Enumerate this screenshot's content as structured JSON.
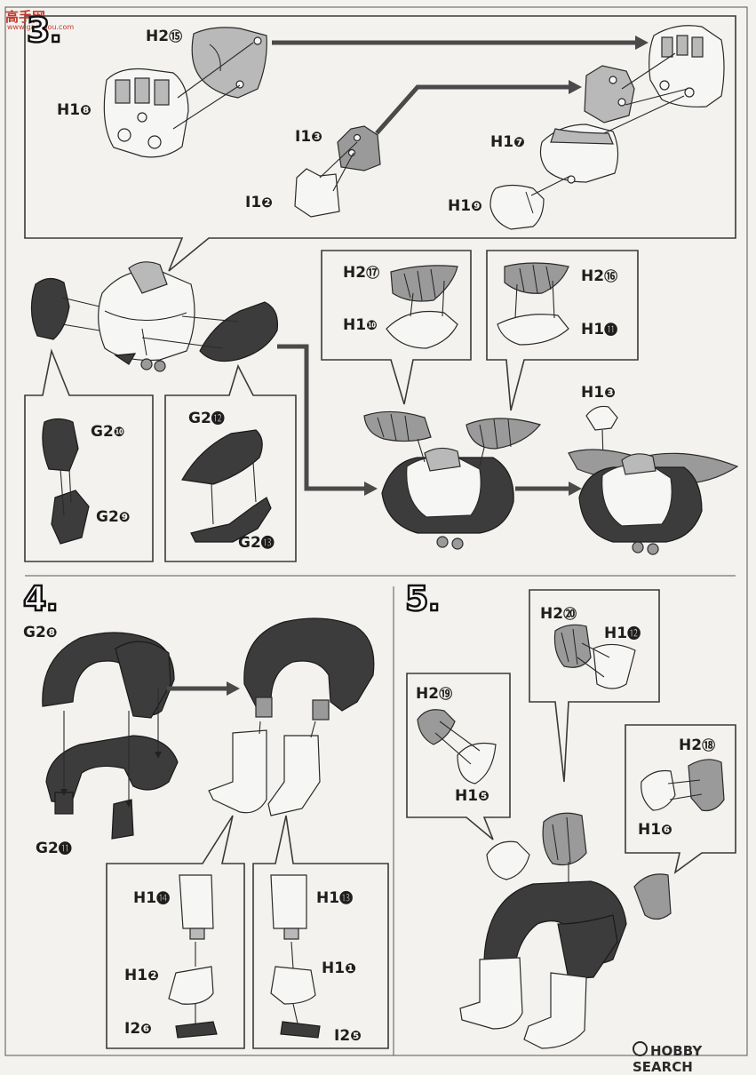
{
  "watermark": {
    "top_logo": "高手网",
    "top_url": "www.gaoshou.com",
    "bottom_logo": "HOBBY SEARCH"
  },
  "steps": {
    "step3": "3.",
    "step4": "4.",
    "step5": "5."
  },
  "labels": {
    "h2_15": "H2",
    "h2_15_n": "⑮",
    "h1_8": "H1",
    "h1_8_n": "❽",
    "i1_3": "I1",
    "i1_3_n": "❸",
    "i1_2": "I1",
    "i1_2_n": "❷",
    "h1_7": "H1",
    "h1_7_n": "❼",
    "h1_9": "H1",
    "h1_9_n": "❾",
    "h2_17": "H2",
    "h2_17_n": "⑰",
    "h1_10": "H1",
    "h1_10_n": "❿",
    "h2_16": "H2",
    "h2_16_n": "⑯",
    "h1_11": "H1",
    "h1_11_n": "⓫",
    "h1_3": "H1",
    "h1_3_n": "❸",
    "g2_10": "G2",
    "g2_10_n": "❿",
    "g2_9": "G2",
    "g2_9_n": "❾",
    "g2_12": "G2",
    "g2_12_n": "⓬",
    "g2_13": "G2",
    "g2_13_n": "⓭",
    "g2_8": "G2",
    "g2_8_n": "❽",
    "g2_11": "G2",
    "g2_11_n": "⓫",
    "h1_14": "H1",
    "h1_14_n": "⓮",
    "h1_2": "H1",
    "h1_2_n": "❷",
    "i2_6": "I2",
    "i2_6_n": "❻",
    "h1_13": "H1",
    "h1_13_n": "⓭",
    "h1_1": "H1",
    "h1_1_n": "❶",
    "i2_5": "I2",
    "i2_5_n": "❺",
    "h2_20": "H2",
    "h2_20_n": "⑳",
    "h1_12": "H1",
    "h1_12_n": "⓬",
    "h2_19": "H2",
    "h2_19_n": "⑲",
    "h1_5": "H1",
    "h1_5_n": "❺",
    "h2_18": "H2",
    "h2_18_n": "⑱",
    "h1_6": "H1",
    "h1_6_n": "❻"
  }
}
